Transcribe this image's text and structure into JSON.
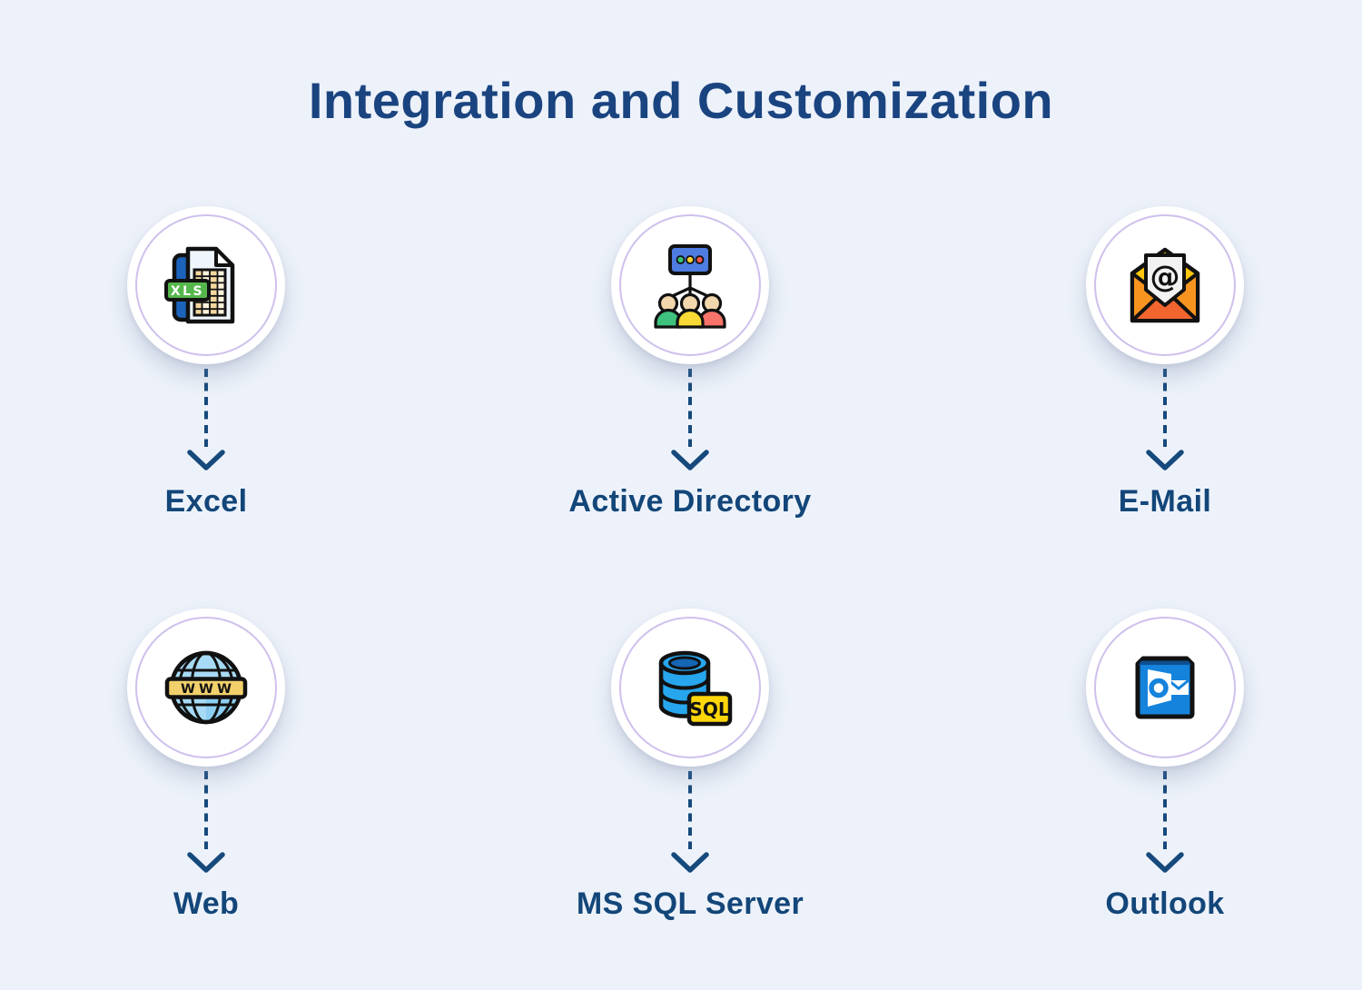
{
  "title": "Integration and Customization",
  "colors": {
    "background": "#edf2fa",
    "title": "#1a4480",
    "label": "#134679",
    "arrow": "#16497c",
    "circle_ring": "#cfc0ec",
    "circle_fill": "#ffffff"
  },
  "items": [
    {
      "label": "Excel",
      "icon": "excel-xls-file-icon"
    },
    {
      "label": "Active Directory",
      "icon": "active-directory-hierarchy-icon"
    },
    {
      "label": "E-Mail",
      "icon": "email-envelope-icon"
    },
    {
      "label": "Web",
      "icon": "globe-www-icon"
    },
    {
      "label": "MS SQL Server",
      "icon": "sql-database-icon"
    },
    {
      "label": "Outlook",
      "icon": "outlook-logo-icon"
    }
  ],
  "icon_texts": {
    "excel_badge": "XLS",
    "email_symbol": "@",
    "web_banner": "WWW",
    "sql_badge": "SQL"
  }
}
